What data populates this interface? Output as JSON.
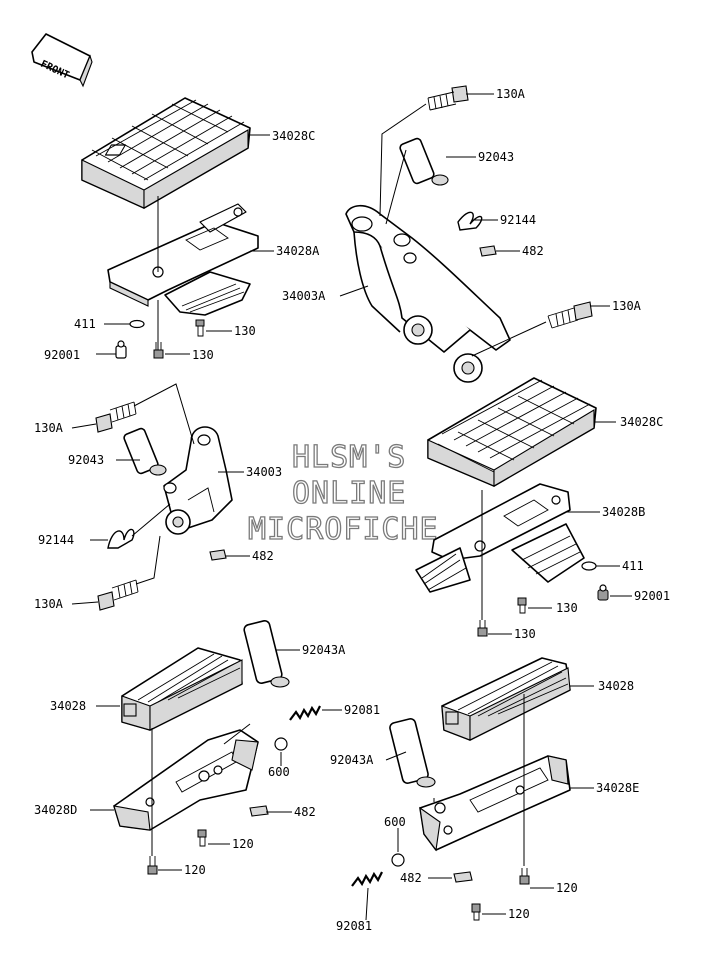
{
  "front_tag": "FRONT",
  "watermark": {
    "line1": "HLSM'S",
    "line2": "ONLINE",
    "line3": "MICROFICHE"
  },
  "groups": {
    "upper_left": {
      "pad": "34028C",
      "bracket": "34028A",
      "pin_clip": "411",
      "bolt_a": "130",
      "bolt_b": "130",
      "fitting": "92001"
    },
    "upper_right": {
      "bolt_top": "130A",
      "pin": "92043",
      "spring": "92144",
      "clip": "482",
      "bracket": "34003A",
      "bolt_low": "130A"
    },
    "middle_left": {
      "bolt_top": "130A",
      "pin": "92043",
      "bracket": "34003",
      "spring": "92144",
      "clip": "482",
      "bolt_low": "130A"
    },
    "middle_right": {
      "pad": "34028C",
      "bracket": "34028B",
      "pin_clip": "411",
      "fitting": "92001",
      "bolt_a": "130",
      "bolt_b": "130"
    },
    "lower_left": {
      "pin": "92043A",
      "pad": "34028",
      "spring": "92081",
      "ball": "600",
      "bracket": "34028D",
      "clip": "482",
      "bolt_a": "120",
      "bolt_b": "120"
    },
    "lower_right": {
      "pad": "34028",
      "pin": "92043A",
      "bracket": "34028E",
      "ball": "600",
      "clip": "482",
      "bolt_a": "120",
      "spring": "92081",
      "bolt_b": "120"
    }
  }
}
